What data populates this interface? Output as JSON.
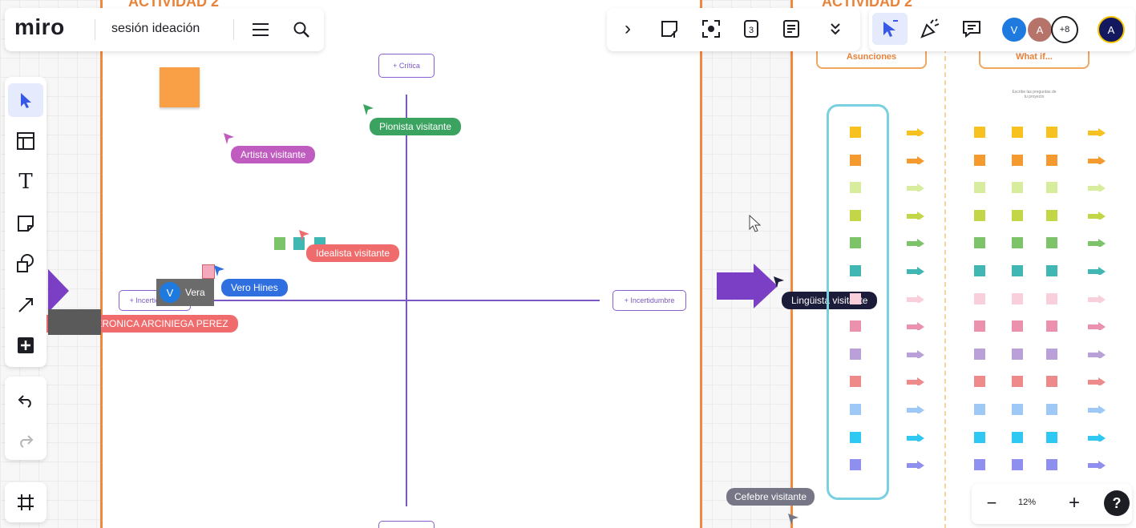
{
  "app": {
    "logo": "miro",
    "board_name": "sesión ideación"
  },
  "frames": {
    "left_title": "ACTIVIDAD 2",
    "right_title": "ACTIVIDAD 2"
  },
  "axis_tags": {
    "top": "+ Crítica",
    "left": "+ Incertidumbre",
    "right": "+ Incertidumbre"
  },
  "columns": {
    "assumptions": "Asunciones",
    "what_if": "What if..."
  },
  "what_if_note": "Escribe las preguntas de tu proyecto",
  "cursors": [
    {
      "label": "Pionista visitante",
      "color": "#3aa35f"
    },
    {
      "label": "Artista visitante",
      "color": "#c05cc0"
    },
    {
      "label": "Idealista visitante",
      "color": "#f06b6b"
    },
    {
      "label": "Vero Hines",
      "color": "#2f6fe0"
    },
    {
      "label": "Lingüista visitante",
      "color": "#1b1b3a"
    },
    {
      "label": "Cefebre visitante",
      "color": "#767687"
    },
    {
      "label": "ARIANA VERONICA ARCINIEGA PEREZ",
      "color": "#f06b6b"
    }
  ],
  "vera_tag": {
    "avatar": "V",
    "name": "Vera"
  },
  "toolbar_top": {
    "collapse": "›",
    "avatar_v": "V",
    "avatar_a": "A",
    "more_users": "+8",
    "me": "A"
  },
  "zoom": {
    "minus": "−",
    "level": "12%",
    "plus": "+",
    "help": "?"
  },
  "row_colors": [
    "#f7c21f",
    "#f59a2e",
    "#d8ec9e",
    "#c3d647",
    "#7cc36a",
    "#41b7b4",
    "#f9cfdc",
    "#ec91ad",
    "#b9a0d8",
    "#ef8a8a",
    "#9ec8f5",
    "#2ec8f2",
    "#8f8ff0"
  ],
  "left_tools": [
    "select",
    "templates",
    "text",
    "sticky",
    "shapes",
    "connector",
    "add"
  ]
}
